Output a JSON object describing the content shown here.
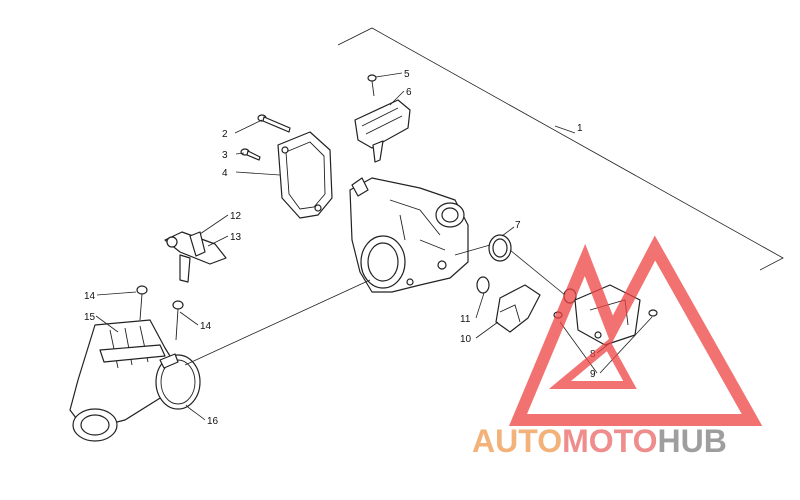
{
  "diagram": {
    "callouts": [
      {
        "id": "c1",
        "text": "1"
      },
      {
        "id": "c2",
        "text": "2"
      },
      {
        "id": "c3",
        "text": "3"
      },
      {
        "id": "c4",
        "text": "4"
      },
      {
        "id": "c5",
        "text": "5"
      },
      {
        "id": "c6",
        "text": "6"
      },
      {
        "id": "c7",
        "text": "7"
      },
      {
        "id": "c8",
        "text": "8"
      },
      {
        "id": "c9",
        "text": "9"
      },
      {
        "id": "c10",
        "text": "10"
      },
      {
        "id": "c11",
        "text": "11"
      },
      {
        "id": "c12",
        "text": "12"
      },
      {
        "id": "c13",
        "text": "13"
      },
      {
        "id": "c14a",
        "text": "14"
      },
      {
        "id": "c14b",
        "text": "14"
      },
      {
        "id": "c15",
        "text": "15"
      },
      {
        "id": "c16",
        "text": "16"
      }
    ]
  },
  "watermark": {
    "word_auto": "AUTO",
    "word_moto": "MOTO",
    "word_hub": "HUB",
    "color_auto": "#f2b27a",
    "color_moto": "#ef8c8c",
    "color_hub": "#9e9e9e",
    "triangle_color": "#ee4444"
  }
}
